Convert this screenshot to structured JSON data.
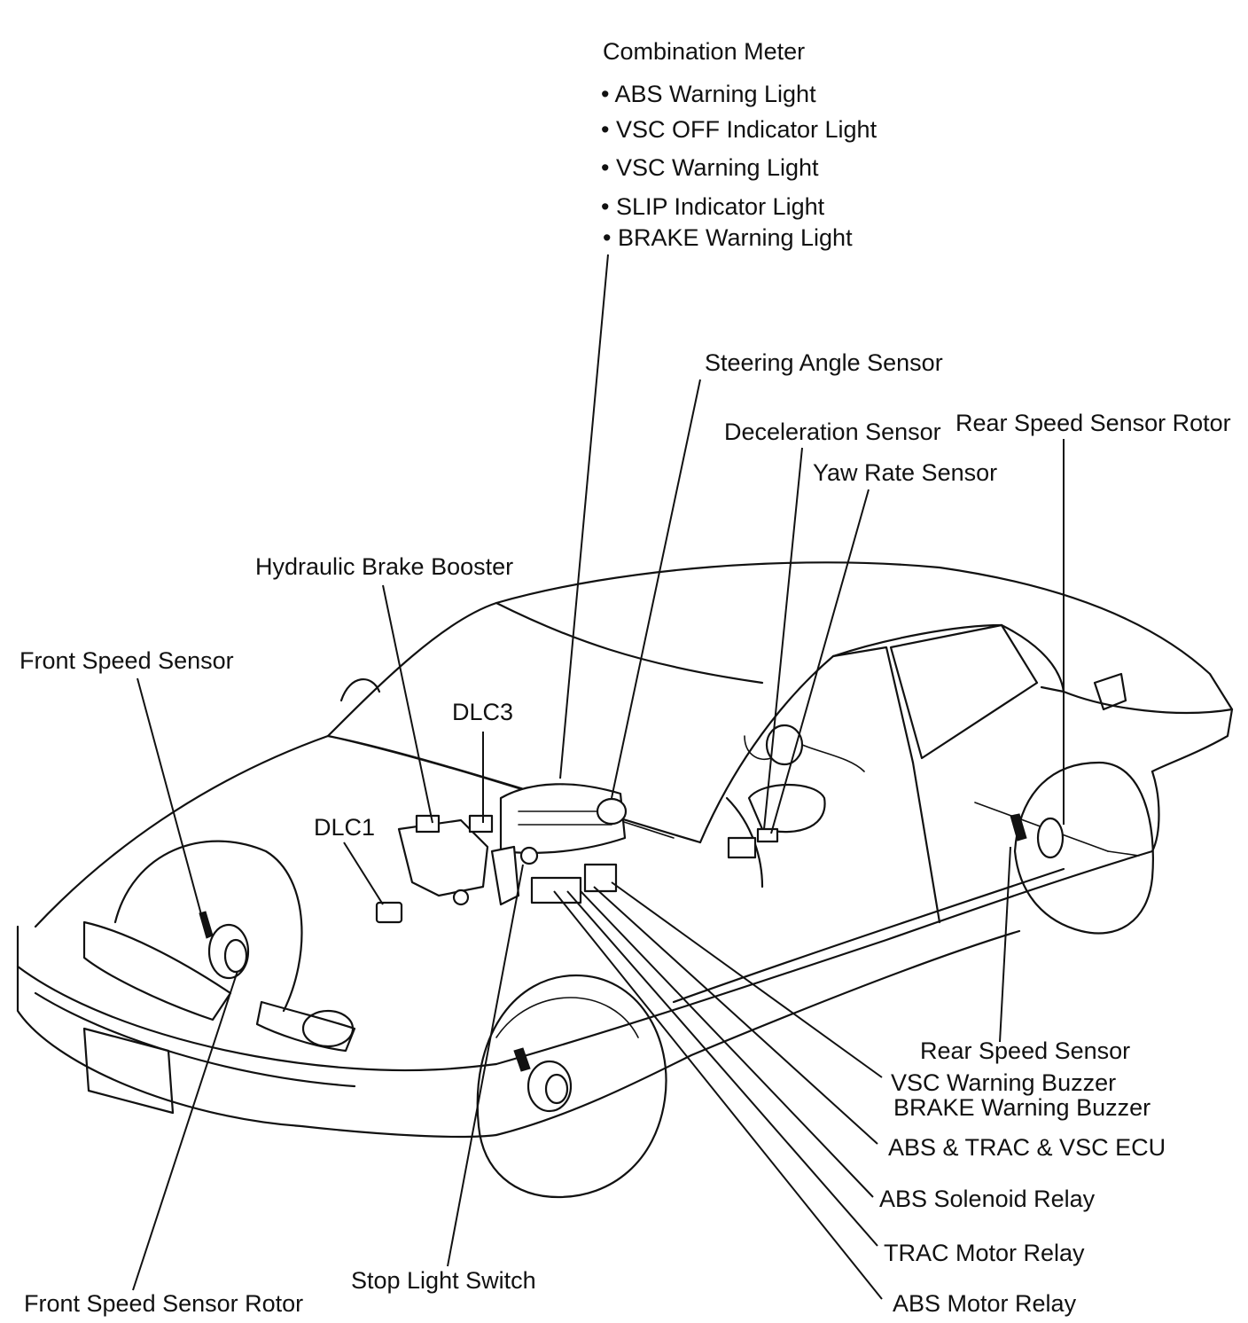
{
  "combination_meter": {
    "title": "Combination Meter",
    "items": [
      "• ABS Warning Light",
      "• VSC OFF Indicator Light",
      "• VSC Warning Light",
      "• SLIP Indicator Light",
      "• BRAKE Warning Light"
    ]
  },
  "labels": {
    "steering_angle_sensor": "Steering Angle Sensor",
    "deceleration_sensor": "Deceleration Sensor",
    "rear_speed_sensor_rotor": "Rear Speed Sensor Rotor",
    "yaw_rate_sensor": "Yaw Rate Sensor",
    "hydraulic_brake_booster": "Hydraulic Brake Booster",
    "front_speed_sensor": "Front Speed Sensor",
    "dlc3": "DLC3",
    "dlc1": "DLC1",
    "rear_speed_sensor": "Rear Speed Sensor",
    "vsc_warning_buzzer": "VSC Warning Buzzer",
    "brake_warning_buzzer": "BRAKE Warning Buzzer",
    "abs_trac_vsc_ecu": "ABS & TRAC & VSC ECU",
    "abs_solenoid_relay": "ABS Solenoid Relay",
    "trac_motor_relay": "TRAC Motor Relay",
    "abs_motor_relay": "ABS Motor Relay",
    "stop_light_switch": "Stop Light Switch",
    "front_speed_sensor_rotor": "Front Speed Sensor Rotor"
  }
}
